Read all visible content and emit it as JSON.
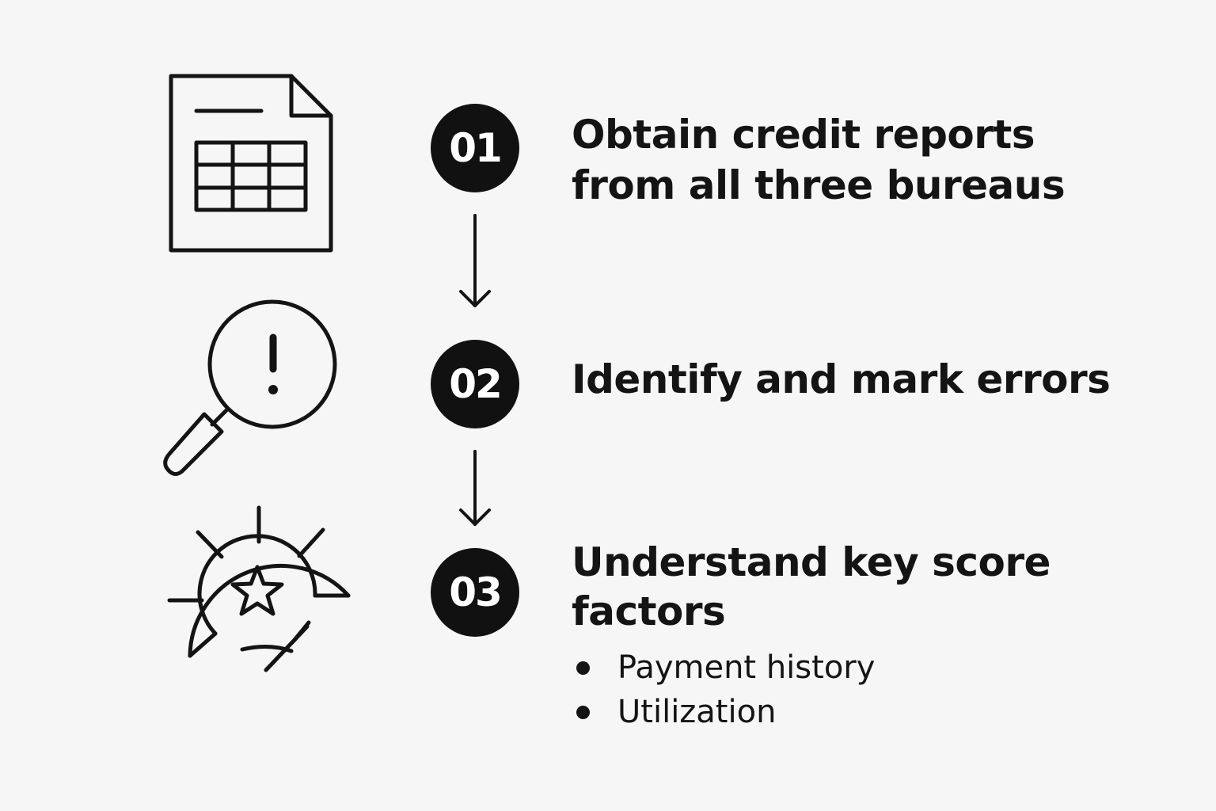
{
  "colors": {
    "background": "#f6f6f6",
    "circle_fill": "#111111",
    "circle_text": "#ffffff",
    "ink": "#141414"
  },
  "steps": [
    {
      "number": "01",
      "title_lines": [
        "Obtain credit reports",
        "from all three bureaus"
      ],
      "icon": "spreadsheet-document-icon"
    },
    {
      "number": "02",
      "title_lines": [
        "Identify and mark errors"
      ],
      "icon": "magnifier-exclamation-icon"
    },
    {
      "number": "03",
      "title_lines": [
        "Understand key score",
        "factors"
      ],
      "icon": "score-gauge-star-icon",
      "bullets": [
        "Payment history",
        "Utilization"
      ]
    }
  ],
  "connectors": [
    "arrow-down-icon",
    "arrow-down-icon"
  ]
}
